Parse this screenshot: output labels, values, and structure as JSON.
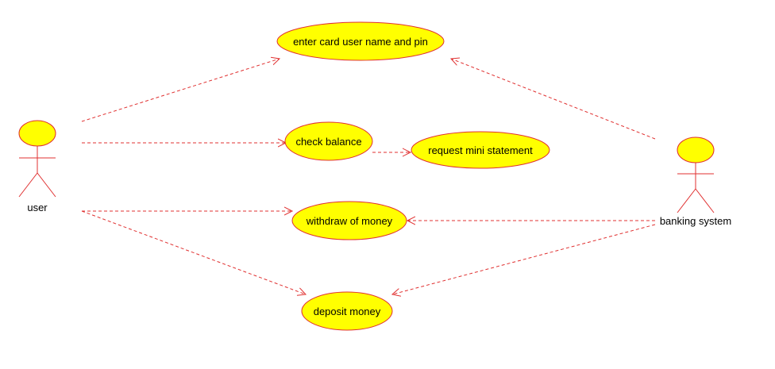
{
  "diagram": {
    "type": "use-case",
    "colors": {
      "stroke": "#e03030",
      "usecase_fill": "#ffff00",
      "actor_head_fill": "#ffff00",
      "text": "#000000",
      "background": "#ffffff"
    },
    "actors": [
      {
        "id": "user",
        "label": "user"
      },
      {
        "id": "banking",
        "label": "banking system"
      }
    ],
    "use_cases": [
      {
        "id": "enter",
        "label": "enter card user name and pin"
      },
      {
        "id": "check",
        "label": "check balance"
      },
      {
        "id": "mini",
        "label": "request mini statement"
      },
      {
        "id": "withdraw",
        "label": "withdraw of money"
      },
      {
        "id": "deposit",
        "label": "deposit money"
      }
    ],
    "relations": [
      {
        "from": "user",
        "to": "enter",
        "style": "dashed"
      },
      {
        "from": "user",
        "to": "check",
        "style": "dashed"
      },
      {
        "from": "user",
        "to": "withdraw",
        "style": "dashed"
      },
      {
        "from": "user",
        "to": "deposit",
        "style": "dashed"
      },
      {
        "from": "check",
        "to": "mini",
        "style": "dashed"
      },
      {
        "from": "banking",
        "to": "enter",
        "style": "dashed"
      },
      {
        "from": "banking",
        "to": "withdraw",
        "style": "dashed"
      },
      {
        "from": "banking",
        "to": "deposit",
        "style": "dashed"
      }
    ]
  }
}
